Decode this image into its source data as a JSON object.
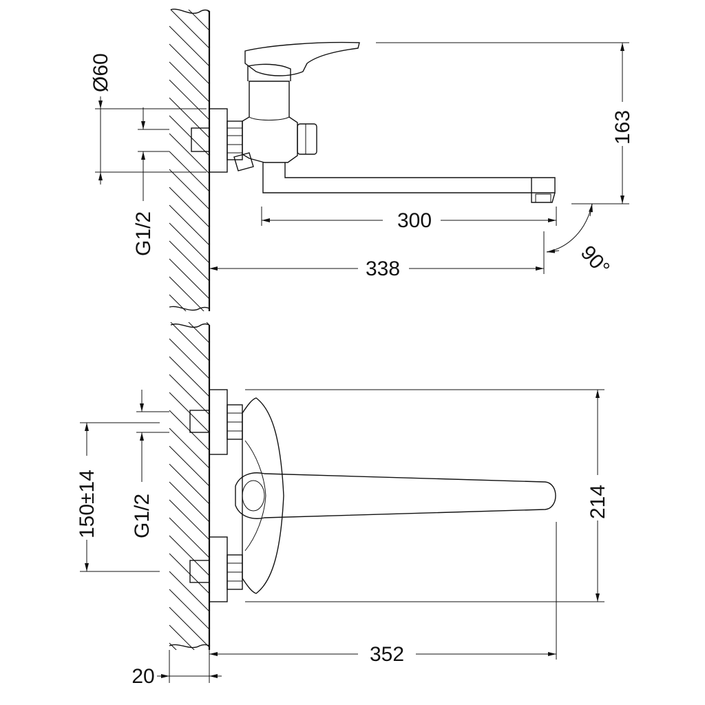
{
  "dimensions": {
    "top_diameter": "Ø60",
    "top_thread": "G1/2",
    "top_height": "163",
    "spout_reach": "300",
    "total_reach_top": "338",
    "swivel_angle": "90°",
    "bottom_center_distance": "150±14",
    "bottom_thread": "G1/2",
    "bottom_height": "214",
    "bottom_length": "352",
    "wall_offset": "20"
  }
}
